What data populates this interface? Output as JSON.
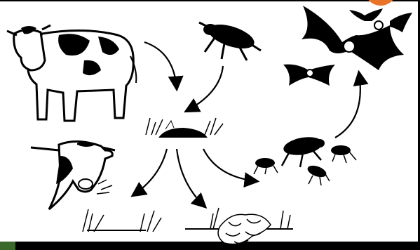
{
  "diagram": {
    "nodes": [
      {
        "id": "cow",
        "icon": "cow-icon"
      },
      {
        "id": "dung-beetle",
        "icon": "dung-beetle-icon"
      },
      {
        "id": "dung-pat",
        "icon": "dung-pat-icon"
      },
      {
        "id": "grazing-cow",
        "icon": "grazing-cow-icon"
      },
      {
        "id": "grass-regrowth",
        "icon": "grass-icon"
      },
      {
        "id": "buried-dung",
        "icon": "buried-dung-icon"
      },
      {
        "id": "beetle-group",
        "icon": "beetle-group-icon"
      },
      {
        "id": "bats",
        "icon": "bat-icon"
      }
    ],
    "edges": [
      {
        "from": "cow",
        "to": "dung-pat"
      },
      {
        "from": "dung-beetle",
        "to": "dung-pat"
      },
      {
        "from": "dung-pat",
        "to": "grazing-cow"
      },
      {
        "from": "dung-pat",
        "to": "buried-dung"
      },
      {
        "from": "dung-pat",
        "to": "beetle-group"
      },
      {
        "from": "beetle-group",
        "to": "bats"
      }
    ]
  },
  "colors": {
    "background": "#000000",
    "panel": "#ffffff",
    "ink": "#000000",
    "accent_orange": "#e8742a",
    "corner_green": "#3a6a2a"
  }
}
